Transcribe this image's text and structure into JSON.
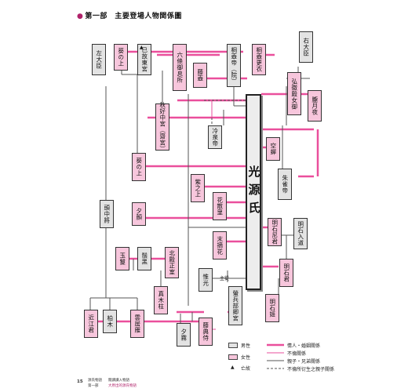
{
  "title": "第一部　主要登場人物関係圖",
  "hero": "光源氏",
  "people": {
    "udaijin": "右大臣",
    "sadaijin": "左大臣",
    "aoi": "葵の上",
    "kiritsubo_tei": "桐壺帝（院）",
    "kiritsubo_koi": "桐壺更衣",
    "kokiden": "弘徽殿女御",
    "oboroduki": "朧月夜",
    "suzaku": "朱雀帝",
    "fujitsubo": "藤壺",
    "reizei": "冷泉帝",
    "rokujo": "六條御息所",
    "akikonomu": "秋好中宮（齋宮）",
    "utsusemi": "空蟬",
    "murasaki": "紫之上",
    "hanachirusato": "花散里",
    "suetsumuhana": "末摘花",
    "tokonatsu_no": "夕顏",
    "tamakazura": "玉鬘",
    "higekuro": "鬚黑",
    "kita_no_kata": "北殿正室",
    "makibashira": "真木柱",
    "omi": "近江君",
    "kashiwagi": "柏木",
    "kumoinokari": "雲居雁",
    "yugiri": "夕霧",
    "tonojiji": "藤典侍",
    "koremitsu": "惟光",
    "hyobu": "螢兵部卿宮",
    "akashi_nyudo": "明石入道",
    "akashi_ama": "明石尼君",
    "akashi_kimi": "明石君",
    "akashi_hime": "明石姬",
    "tono_chujo": "頭中將",
    "zenbo": "已故東宮"
  },
  "labels": {
    "master_servant": "主從",
    "dead_mark": "▲"
  },
  "legend": {
    "male": "男性",
    "female": "女性",
    "dead": "亡故",
    "lovers": "情人・婚姻關係",
    "unethical": "不倫關係",
    "parent": "親子・兄弟關係",
    "unethical_child": "不倫所衍生之親子關係"
  },
  "footer": {
    "page_number": "15",
    "book_title": "源氏物語",
    "part": "第一部",
    "series": "閱讀讀入物語",
    "subtitle": "大原出的源氏物語"
  },
  "colors": {
    "female_fill": "#f7c6dc",
    "male_fill": "#e3e3e3",
    "love_line": "#ea4f9c",
    "parent_line": "#555555",
    "accent": "#b0226a"
  }
}
